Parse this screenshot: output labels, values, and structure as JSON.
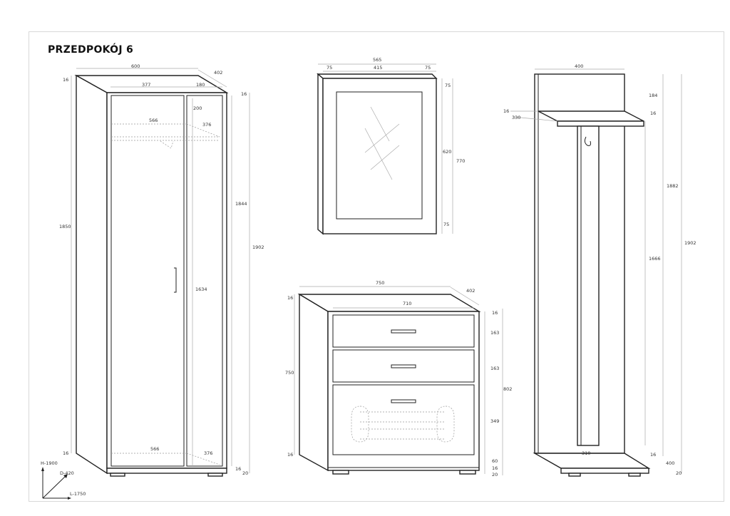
{
  "title": "PRZEDPOKÓJ 6",
  "wardrobe": {
    "width": "600",
    "depth": "402",
    "top_thk": "16",
    "left_door": "377",
    "right_door": "180",
    "top_right_thk": "16",
    "shelf_gap": "200",
    "shelf_width": "566",
    "shelf_depth": "376",
    "height_left": "1850",
    "inner_height": "1844",
    "total_height": "1902",
    "door_label": "1634",
    "bottom_thk_left": "16",
    "bottom_width": "566",
    "bottom_depth": "376",
    "bottom_thk": "16",
    "plinth": "20"
  },
  "mirror": {
    "width": "565",
    "left_frame": "75",
    "glass_width": "415",
    "right_frame": "75",
    "top_frame": "75",
    "glass_height": "620",
    "height": "770",
    "bottom_frame": "75"
  },
  "dresser": {
    "width": "750",
    "depth": "402",
    "inner_width": "710",
    "top_thk": "16",
    "side_top_thk": "16",
    "drawer1": "163",
    "drawer2": "163",
    "drawer3": "349",
    "height": "750",
    "total_height": "802",
    "side_bottom_thk": "16",
    "base": "60",
    "bottom_thk": "16",
    "plinth": "20"
  },
  "hallstand": {
    "width": "400",
    "top_gap": "184",
    "shelf_thk_left": "16",
    "shelf_depth": "330",
    "shelf_thk": "16",
    "panel_height": "1882",
    "post_height": "1666",
    "total_height": "1902",
    "post_width": "310",
    "base_thk": "16",
    "base_depth": "400",
    "plinth": "20"
  },
  "axes": {
    "h": "H-1900",
    "d": "D-420",
    "l": "L-1750"
  }
}
